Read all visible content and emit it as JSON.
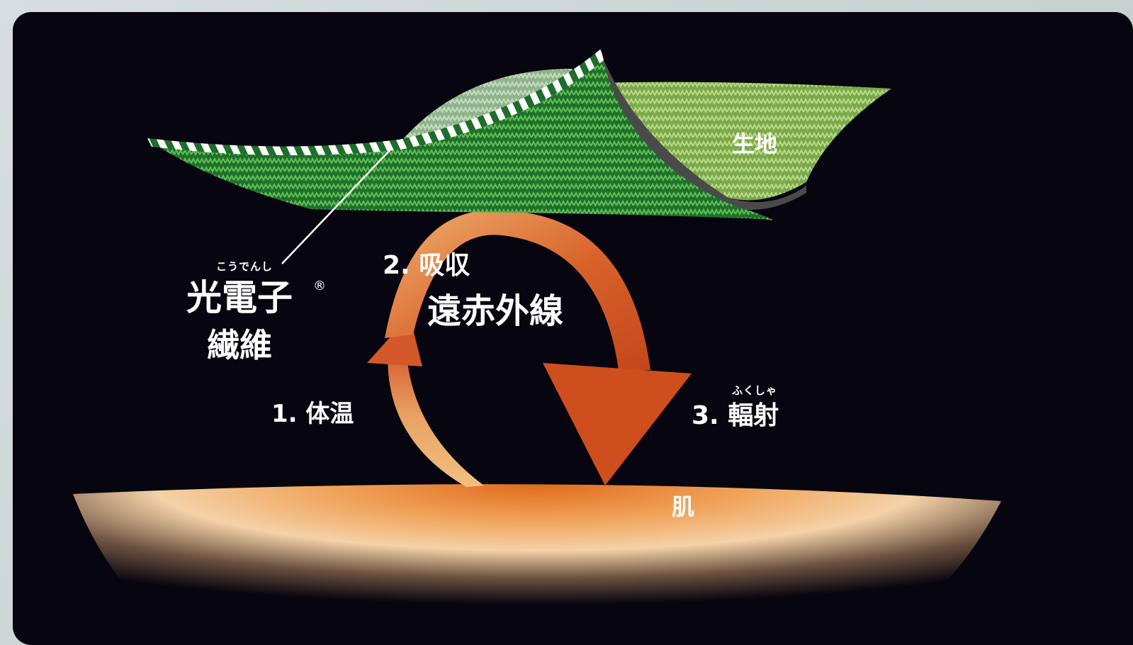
{
  "labels": {
    "fabric": "生地",
    "fiber_ruby": "こうでんし",
    "fiber_name": "光電子",
    "fiber_mark": "®",
    "fiber_sub": "繊維",
    "step2": "2. 吸収",
    "far_infrared": "遠赤外線",
    "step1": "1. 体温",
    "step3_ruby": "ふくしゃ",
    "step3": "3. 輻射",
    "skin": "肌"
  },
  "colors": {
    "background": "#07050f",
    "fabric_green": "#2f8f3a",
    "fabric_light": "#8fbf5a",
    "arrow_orange": "#d25a24",
    "arrow_light": "#e8a15c",
    "skin_glow": "#f0b46a",
    "text": "#ffffff"
  }
}
